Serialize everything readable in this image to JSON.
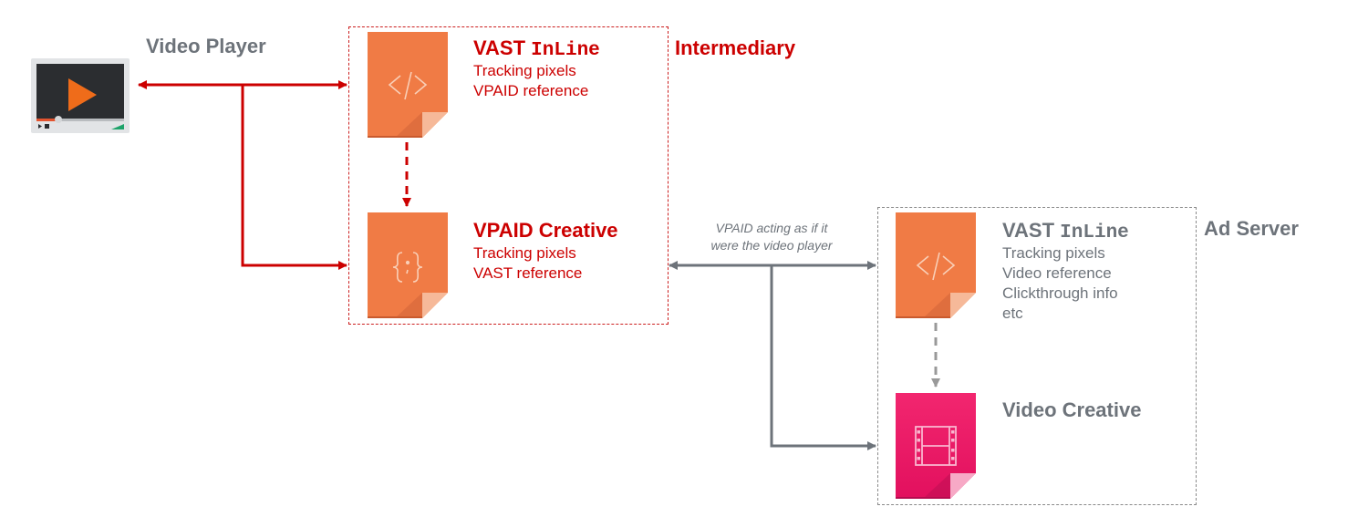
{
  "diagram": {
    "colors": {
      "intermediary": "#cc0000",
      "ad_server": "#6d737a",
      "doc_orange": "#f07b45",
      "doc_pink": "#ea1664"
    },
    "video_player": {
      "label": "Video Player",
      "icon": "video-player-icon"
    },
    "intermediary": {
      "label": "Intermediary",
      "vast_inline": {
        "title_prefix": "VAST",
        "title_code": "InLine",
        "lines": [
          "Tracking pixels",
          "VPAID reference"
        ],
        "icon": "code-document-icon"
      },
      "vpaid_creative": {
        "title": "VPAID Creative",
        "lines": [
          "Tracking pixels",
          "VAST reference"
        ],
        "icon": "braces-document-icon"
      }
    },
    "connector_note": {
      "line1": "VPAID acting as if it",
      "line2": "were the video player"
    },
    "ad_server": {
      "label": "Ad Server",
      "vast_inline": {
        "title_prefix": "VAST",
        "title_code": "InLine",
        "lines": [
          "Tracking pixels",
          "Video reference",
          "Clickthrough info",
          "etc"
        ],
        "icon": "code-document-icon"
      },
      "video_creative": {
        "title": "Video Creative",
        "icon": "film-document-icon"
      }
    }
  }
}
